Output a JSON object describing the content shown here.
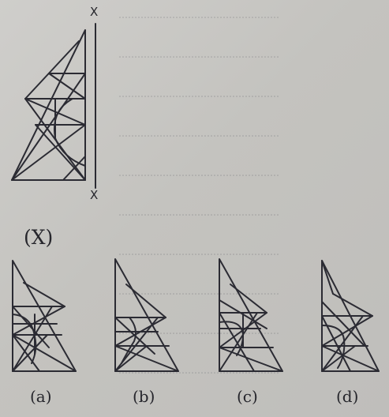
{
  "question": {
    "figure_label": "(X)",
    "mirror_line_top_label": "X",
    "mirror_line_bottom_label": "X",
    "options": [
      {
        "label": "(a)"
      },
      {
        "label": "(b)"
      },
      {
        "label": "(c)"
      },
      {
        "label": "(d)"
      }
    ]
  },
  "colors": {
    "paper": "#c9c8c4",
    "ink": "#2b2b33"
  }
}
